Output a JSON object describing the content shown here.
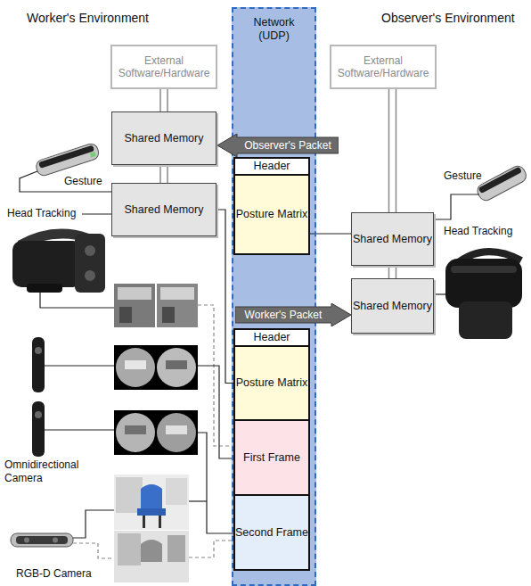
{
  "diagram": {
    "nodes": [
      {
        "text": [
          "External Software/Hardware"
        ]
      },
      {
        "text": [
          "Shared Memory"
        ]
      },
      {
        "text": [
          "Shared Memory"
        ]
      },
      {
        "text": [
          "Network (UDP)"
        ]
      },
      {
        "text": [
          "Observer's Packet"
        ]
      },
      {
        "text": [
          "Header"
        ],
        "in": 3
      },
      {
        "text": [
          "Posture Matrix"
        ],
        "in": 3
      },
      {
        "text": [
          "Worker's Packet"
        ]
      },
      {
        "text": [
          "Header"
        ],
        "in": 3
      },
      {
        "text": [
          "Posture Matrix"
        ],
        "in": 3
      },
      {
        "text": [
          "First Frame"
        ],
        "in": 3
      },
      {
        "text": [
          "Second Frame"
        ],
        "in": 3
      },
      {
        "text": [
          "External Software/Hardware"
        ]
      },
      {
        "text": [
          "Shared Memory"
        ]
      },
      {
        "text": [
          "Shared Memory"
        ]
      }
    ],
    "edges": [
      {
        "from": 0,
        "to": 1,
        "arrow": "none"
      },
      {
        "from": 1,
        "to": 2,
        "arrow": "none"
      },
      {
        "from": 2,
        "to": 9,
        "arrow": "none"
      },
      {
        "from": 6,
        "to": 13,
        "arrow": "none"
      },
      {
        "from": 12,
        "to": 13,
        "arrow": "none"
      },
      {
        "from": 13,
        "to": 14,
        "arrow": "none"
      }
    ],
    "labels": [
      "Worker's Environment",
      "Observer's Environment",
      "Gesture",
      "Head Tracking",
      "Omnidirectional Camera",
      "RGB-D Camera",
      "Gesture",
      "Head Tracking"
    ]
  }
}
